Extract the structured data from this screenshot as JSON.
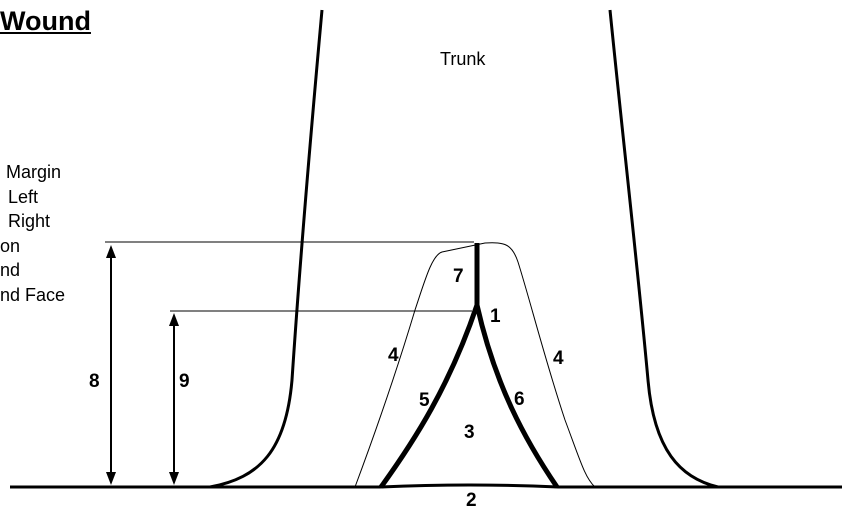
{
  "title": "Wound",
  "trunk_label": "Trunk",
  "legend_items": [
    "Margin",
    "Left",
    "Right",
    "on",
    "nd",
    "nd Face"
  ],
  "callouts": {
    "n1": "1",
    "n2": "2",
    "n3": "3",
    "n4a": "4",
    "n4b": "4",
    "n5": "5",
    "n6": "6",
    "n7": "7",
    "n8": "8",
    "n9": "9"
  }
}
